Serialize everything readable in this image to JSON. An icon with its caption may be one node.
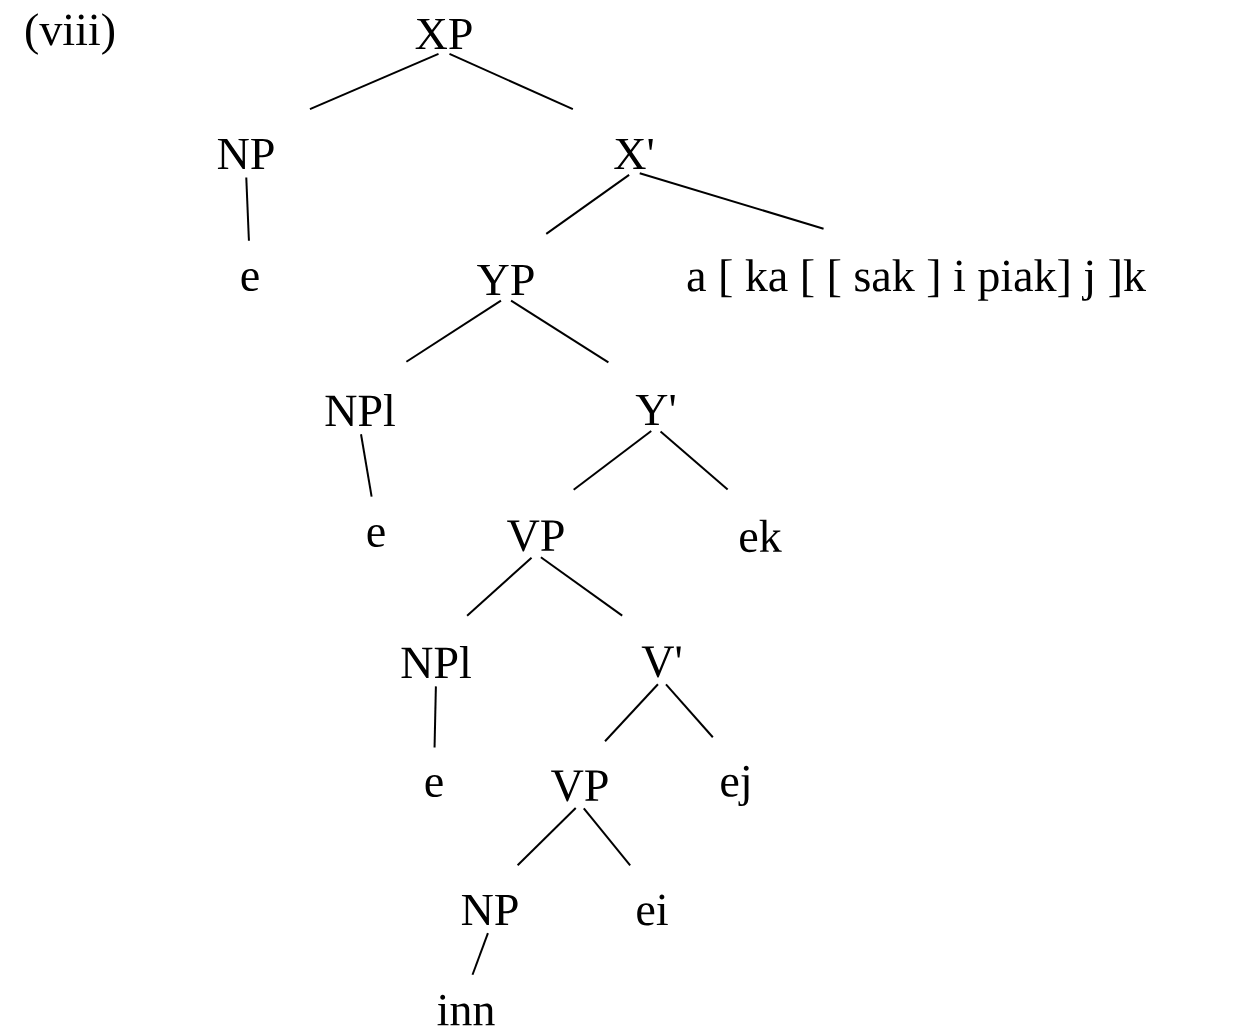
{
  "diagram": {
    "nodes": [
      {
        "text": [
          "XP"
        ]
      },
      {
        "text": [
          "NP"
        ]
      },
      {
        "text": [
          "X'"
        ]
      },
      {
        "text": [
          "e"
        ]
      },
      {
        "text": [
          "YP"
        ]
      },
      {
        "text": [
          "a [ ka [ [ sak ] i piak] j ]k"
        ]
      },
      {
        "text": [
          "NPl"
        ]
      },
      {
        "text": [
          "Y'"
        ]
      },
      {
        "text": [
          "e"
        ]
      },
      {
        "text": [
          "VP"
        ]
      },
      {
        "text": [
          "ek"
        ]
      },
      {
        "text": [
          "NPl"
        ]
      },
      {
        "text": [
          "V'"
        ]
      },
      {
        "text": [
          "e"
        ]
      },
      {
        "text": [
          "VP"
        ]
      },
      {
        "text": [
          "ej"
        ]
      },
      {
        "text": [
          "NP"
        ]
      },
      {
        "text": [
          "ei"
        ]
      },
      {
        "text": [
          "inn"
        ]
      }
    ],
    "edges": [
      {
        "from": 0,
        "to": 1,
        "arrow": "none"
      },
      {
        "from": 0,
        "to": 2,
        "arrow": "none"
      },
      {
        "from": 1,
        "to": 3,
        "arrow": "none"
      },
      {
        "from": 2,
        "to": 4,
        "arrow": "none"
      },
      {
        "from": 2,
        "to": 5,
        "arrow": "none"
      },
      {
        "from": 4,
        "to": 6,
        "arrow": "none"
      },
      {
        "from": 4,
        "to": 7,
        "arrow": "none"
      },
      {
        "from": 6,
        "to": 8,
        "arrow": "none"
      },
      {
        "from": 7,
        "to": 9,
        "arrow": "none"
      },
      {
        "from": 7,
        "to": 10,
        "arrow": "none"
      },
      {
        "from": 9,
        "to": 11,
        "arrow": "none"
      },
      {
        "from": 9,
        "to": 12,
        "arrow": "none"
      },
      {
        "from": 11,
        "to": 13,
        "arrow": "none"
      },
      {
        "from": 12,
        "to": 14,
        "arrow": "none"
      },
      {
        "from": 12,
        "to": 15,
        "arrow": "none"
      },
      {
        "from": 14,
        "to": 16,
        "arrow": "none"
      },
      {
        "from": 14,
        "to": 17,
        "arrow": "none"
      },
      {
        "from": 16,
        "to": 18,
        "arrow": "none"
      }
    ],
    "labels": [
      "(viii)"
    ]
  }
}
